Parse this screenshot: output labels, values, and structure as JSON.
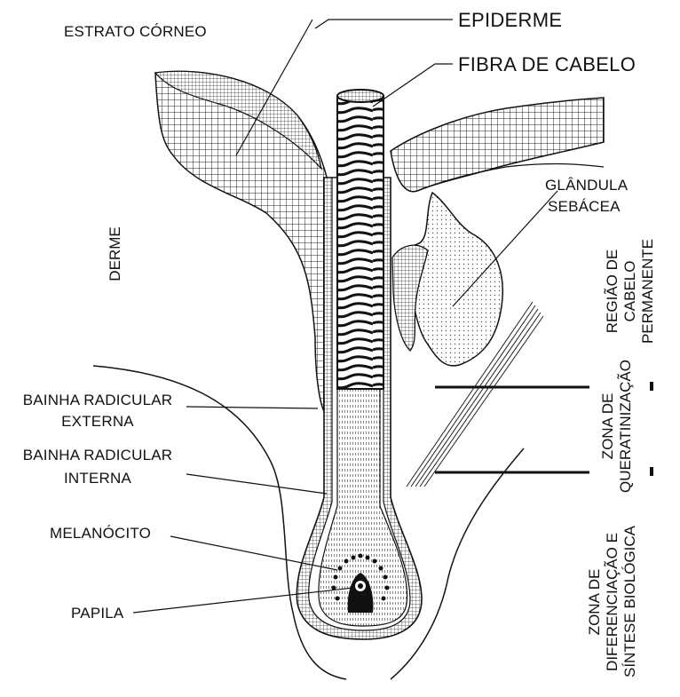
{
  "labels": {
    "estrato_corneo": "ESTRATO CÓRNEO",
    "epiderme": "EPIDERME",
    "fibra_de_cabelo": "FIBRA DE CABELO",
    "glandula_line1": "GLÂNDULA",
    "glandula_line2": "SEBÁCEA",
    "derme": "DERME",
    "bainha_externa_line1": "BAINHA RADICULAR",
    "bainha_externa_line2": "EXTERNA",
    "bainha_interna_line1": "BAINHA RADICULAR",
    "bainha_interna_line2": "INTERNA",
    "melanocito": "MELANÓCITO",
    "papila": "PAPILA"
  },
  "zones": {
    "permanente_line1": "REGIÃO DE",
    "permanente_line2": "CABELO",
    "permanente_line3": "PERMANENTE",
    "queratinizacao_line1": "ZONA DE",
    "queratinizacao_line2": "QUERATINIZAÇÃO",
    "diferenciacao_line1": "ZONA DE",
    "diferenciacao_line2": "DIFERENCIAÇÃO E",
    "diferenciacao_line3": "SÍNTESE BIOLÓGICA"
  },
  "colors": {
    "ink": "#111111",
    "background": "#ffffff"
  }
}
